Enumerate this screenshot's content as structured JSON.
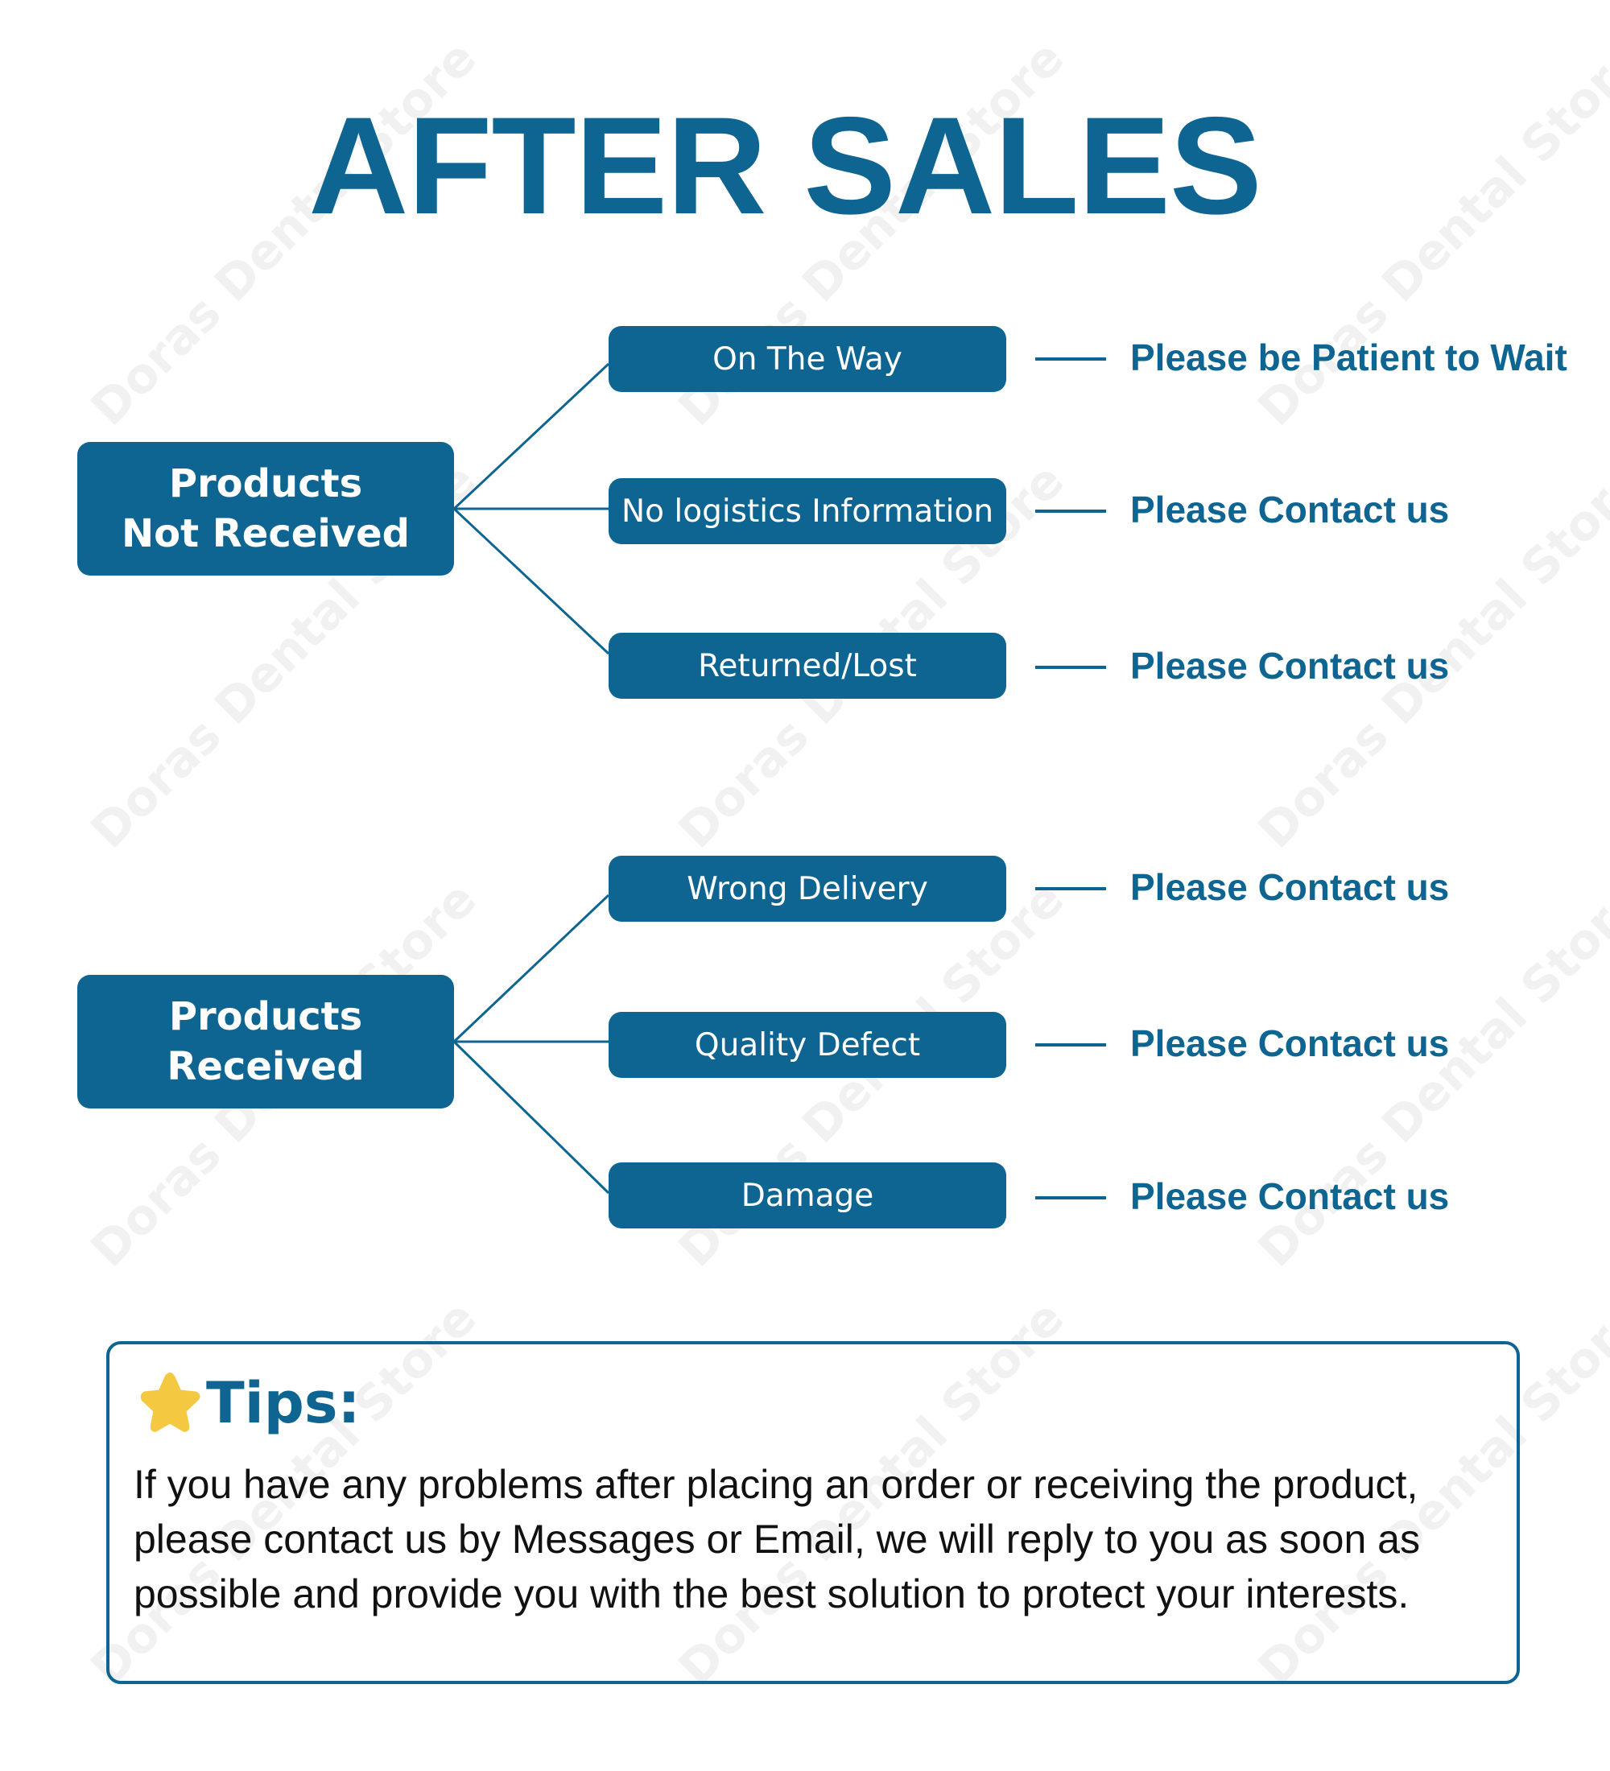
{
  "watermark": "Doras Dental Store",
  "title": "AFTER SALES",
  "groups": [
    {
      "label": "Products\nNot Received",
      "branches": [
        {
          "label": "On The Way",
          "result": "Please be Patient to Wait"
        },
        {
          "label": "No logistics Information",
          "result": "Please Contact us"
        },
        {
          "label": "Returned/Lost",
          "result": "Please Contact us"
        }
      ]
    },
    {
      "label": "Products Received",
      "branches": [
        {
          "label": "Wrong Delivery",
          "result": "Please Contact us"
        },
        {
          "label": "Quality Defect",
          "result": "Please Contact us"
        },
        {
          "label": "Damage",
          "result": "Please Contact us"
        }
      ]
    }
  ],
  "tips": {
    "icon": "star-icon",
    "title": "Tips:",
    "text": "If you have any problems after placing an order or receiving the product, please contact us by Messages or Email, we will reply to you as soon as possible and provide you with the best solution to protect your interests."
  },
  "colors": {
    "primary": "#0f6592",
    "star": "#f5c842",
    "text": "#111111"
  }
}
